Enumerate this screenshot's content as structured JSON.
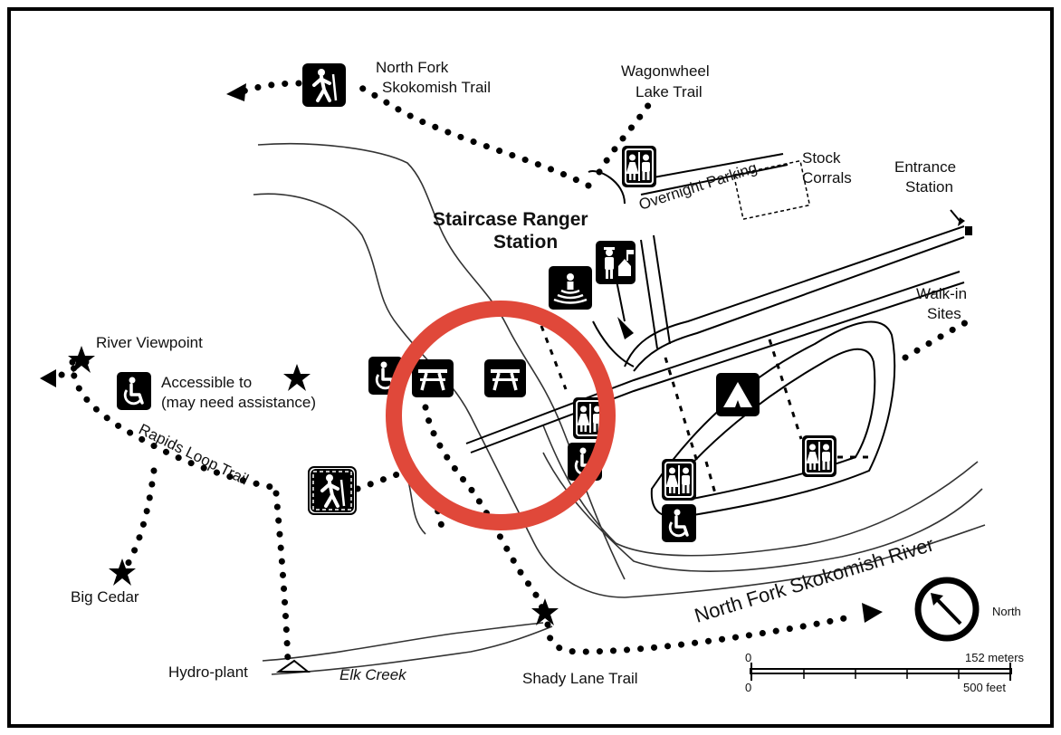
{
  "labels": {
    "north_fork_trail": [
      "North Fork",
      "Skokomish Trail"
    ],
    "wagonwheel": [
      "Wagonwheel",
      "Lake Trail"
    ],
    "overnight_parking": "Overnight Parking",
    "stock_corrals": [
      "Stock",
      "Corrals"
    ],
    "entrance_station": [
      "Entrance",
      "Station"
    ],
    "ranger_station": [
      "Staircase Ranger",
      "Station"
    ],
    "walk_in_sites": [
      "Walk-in",
      "Sites"
    ],
    "river_viewpoint": "River Viewpoint",
    "accessible_to": "Accessible to",
    "may_need_assistance": "(may need assistance)",
    "rapids_loop_trail": "Rapids Loop Trail",
    "big_cedar": "Big Cedar",
    "hydro_plant": "Hydro-plant",
    "elk_creek": "Elk Creek",
    "shady_lane_trail": "Shady Lane Trail",
    "river": "North Fork Skokomish River",
    "north": "North"
  },
  "scale": {
    "zero_top": "0",
    "meters": "152 meters",
    "zero_bottom": "0",
    "feet": "500 feet"
  },
  "colors": {
    "highlight_circle": "#e0483a",
    "ink": "#000000",
    "paper": "#ffffff"
  },
  "icons": [
    "hiker-icon",
    "restroom-icon",
    "ranger-icon",
    "amphitheater-icon",
    "accessible-icon",
    "picnic-table-icon",
    "campground-icon",
    "viewpoint-star-icon",
    "north-arrow-icon"
  ]
}
